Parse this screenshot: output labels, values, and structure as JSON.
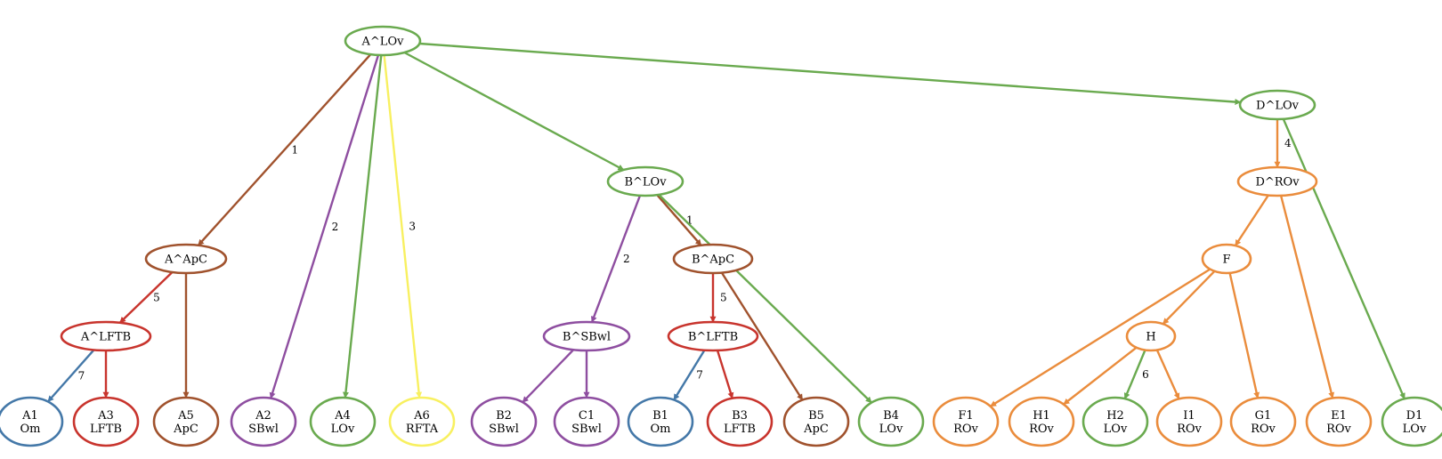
{
  "colors": {
    "green": "#6aaa4f",
    "brown": "#a0522d",
    "purple": "#8e4ea0",
    "yellow": "#f8f060",
    "red": "#c8342d",
    "blue": "#4478a8",
    "orange": "#ea8c3c"
  },
  "nodes": [
    {
      "id": "ALOv",
      "lines": [
        "A^LOv"
      ],
      "color": "green"
    },
    {
      "id": "DLOv",
      "lines": [
        "D^LOv"
      ],
      "color": "green"
    },
    {
      "id": "BLOv",
      "lines": [
        "B^LOv"
      ],
      "color": "green"
    },
    {
      "id": "DROv",
      "lines": [
        "D^ROv"
      ],
      "color": "orange"
    },
    {
      "id": "AApC",
      "lines": [
        "A^ApC"
      ],
      "color": "brown"
    },
    {
      "id": "BApC",
      "lines": [
        "B^ApC"
      ],
      "color": "brown"
    },
    {
      "id": "F",
      "lines": [
        "F"
      ],
      "color": "orange"
    },
    {
      "id": "ALFTB",
      "lines": [
        "A^LFTB"
      ],
      "color": "red"
    },
    {
      "id": "BSBwl",
      "lines": [
        "B^SBwl"
      ],
      "color": "purple"
    },
    {
      "id": "BLFTB",
      "lines": [
        "B^LFTB"
      ],
      "color": "red"
    },
    {
      "id": "H",
      "lines": [
        "H"
      ],
      "color": "orange"
    },
    {
      "id": "A1",
      "lines": [
        "A1",
        "Om"
      ],
      "color": "blue"
    },
    {
      "id": "A3",
      "lines": [
        "A3",
        "LFTB"
      ],
      "color": "red"
    },
    {
      "id": "A5",
      "lines": [
        "A5",
        "ApC"
      ],
      "color": "brown"
    },
    {
      "id": "A2",
      "lines": [
        "A2",
        "SBwl"
      ],
      "color": "purple"
    },
    {
      "id": "A4",
      "lines": [
        "A4",
        "LOv"
      ],
      "color": "green"
    },
    {
      "id": "A6",
      "lines": [
        "A6",
        "RFTA"
      ],
      "color": "yellow"
    },
    {
      "id": "B2",
      "lines": [
        "B2",
        "SBwl"
      ],
      "color": "purple"
    },
    {
      "id": "C1",
      "lines": [
        "C1",
        "SBwl"
      ],
      "color": "purple"
    },
    {
      "id": "B1",
      "lines": [
        "B1",
        "Om"
      ],
      "color": "blue"
    },
    {
      "id": "B3",
      "lines": [
        "B3",
        "LFTB"
      ],
      "color": "red"
    },
    {
      "id": "B5",
      "lines": [
        "B5",
        "ApC"
      ],
      "color": "brown"
    },
    {
      "id": "B4",
      "lines": [
        "B4",
        "LOv"
      ],
      "color": "green"
    },
    {
      "id": "F1",
      "lines": [
        "F1",
        "ROv"
      ],
      "color": "orange"
    },
    {
      "id": "H1",
      "lines": [
        "H1",
        "ROv"
      ],
      "color": "orange"
    },
    {
      "id": "H2",
      "lines": [
        "H2",
        "LOv"
      ],
      "color": "green"
    },
    {
      "id": "I1",
      "lines": [
        "I1",
        "ROv"
      ],
      "color": "orange"
    },
    {
      "id": "G1",
      "lines": [
        "G1",
        "ROv"
      ],
      "color": "orange"
    },
    {
      "id": "E1",
      "lines": [
        "E1",
        "ROv"
      ],
      "color": "orange"
    },
    {
      "id": "D1",
      "lines": [
        "D1",
        "LOv"
      ],
      "color": "green"
    }
  ],
  "edges": [
    {
      "from": "ALOv",
      "to": "AApC",
      "label": "1"
    },
    {
      "from": "ALOv",
      "to": "A2",
      "label": "2"
    },
    {
      "from": "ALOv",
      "to": "A4",
      "label": ""
    },
    {
      "from": "ALOv",
      "to": "A6",
      "label": "3"
    },
    {
      "from": "ALOv",
      "to": "BLOv",
      "label": ""
    },
    {
      "from": "ALOv",
      "to": "DLOv",
      "label": ""
    },
    {
      "from": "DLOv",
      "to": "DROv",
      "label": "4"
    },
    {
      "from": "DLOv",
      "to": "D1",
      "label": ""
    },
    {
      "from": "BLOv",
      "to": "BSBwl",
      "label": "2"
    },
    {
      "from": "BLOv",
      "to": "BApC",
      "label": "1"
    },
    {
      "from": "BLOv",
      "to": "B4",
      "label": ""
    },
    {
      "from": "AApC",
      "to": "ALFTB",
      "label": "5"
    },
    {
      "from": "AApC",
      "to": "A5",
      "label": ""
    },
    {
      "from": "ALFTB",
      "to": "A1",
      "label": "7"
    },
    {
      "from": "ALFTB",
      "to": "A3",
      "label": ""
    },
    {
      "from": "BSBwl",
      "to": "B2",
      "label": ""
    },
    {
      "from": "BSBwl",
      "to": "C1",
      "label": ""
    },
    {
      "from": "BApC",
      "to": "BLFTB",
      "label": "5"
    },
    {
      "from": "BApC",
      "to": "B5",
      "label": ""
    },
    {
      "from": "BLFTB",
      "to": "B1",
      "label": "7"
    },
    {
      "from": "BLFTB",
      "to": "B3",
      "label": ""
    },
    {
      "from": "DROv",
      "to": "F",
      "label": ""
    },
    {
      "from": "DROv",
      "to": "E1",
      "label": ""
    },
    {
      "from": "F",
      "to": "F1",
      "label": ""
    },
    {
      "from": "F",
      "to": "H",
      "label": ""
    },
    {
      "from": "F",
      "to": "G1",
      "label": ""
    },
    {
      "from": "H",
      "to": "H1",
      "label": ""
    },
    {
      "from": "H",
      "to": "H2",
      "label": "6"
    },
    {
      "from": "H",
      "to": "I1",
      "label": ""
    }
  ]
}
